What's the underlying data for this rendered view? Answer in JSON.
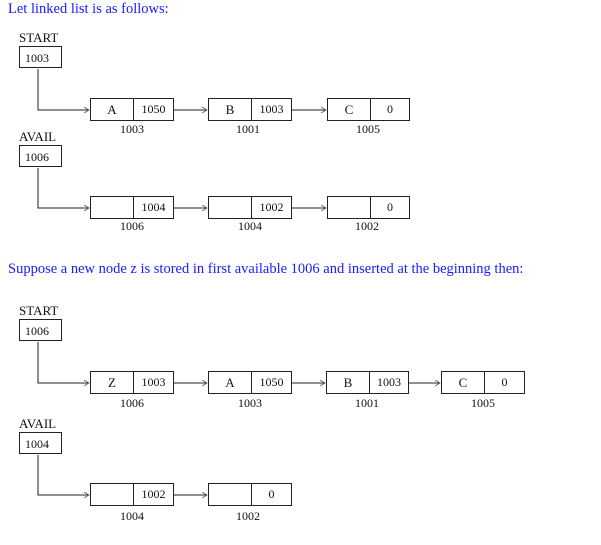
{
  "section1": {
    "heading": "Let linked list is as follows:",
    "start": {
      "label": "START",
      "value": "1003"
    },
    "list": [
      {
        "info": "A",
        "link": "1050",
        "address": "1003"
      },
      {
        "info": "B",
        "link": "1003",
        "address": "1001"
      },
      {
        "info": "C",
        "link": "0",
        "address": "1005"
      }
    ],
    "avail": {
      "label": "AVAIL",
      "value": "1006"
    },
    "avail_list": [
      {
        "info": "",
        "link": "1004",
        "address": "1006"
      },
      {
        "info": "",
        "link": "1002",
        "address": "1004"
      },
      {
        "info": "",
        "link": "0",
        "address": "1002"
      }
    ]
  },
  "section2": {
    "heading": "Suppose a new node z is stored in first available 1006 and inserted at the beginning then:",
    "start": {
      "label": "START",
      "value": "1006"
    },
    "list": [
      {
        "info": "Z",
        "link": "1003",
        "address": "1006"
      },
      {
        "info": "A",
        "link": "1050",
        "address": "1003"
      },
      {
        "info": "B",
        "link": "1003",
        "address": "1001"
      },
      {
        "info": "C",
        "link": "0",
        "address": "1005"
      }
    ],
    "avail": {
      "label": "AVAIL",
      "value": "1004"
    },
    "avail_list": [
      {
        "info": "",
        "link": "1002",
        "address": "1004"
      },
      {
        "info": "",
        "link": "0",
        "address": "1002"
      }
    ]
  },
  "colors": {
    "heading": "#1a1aff",
    "line": "#222222"
  }
}
